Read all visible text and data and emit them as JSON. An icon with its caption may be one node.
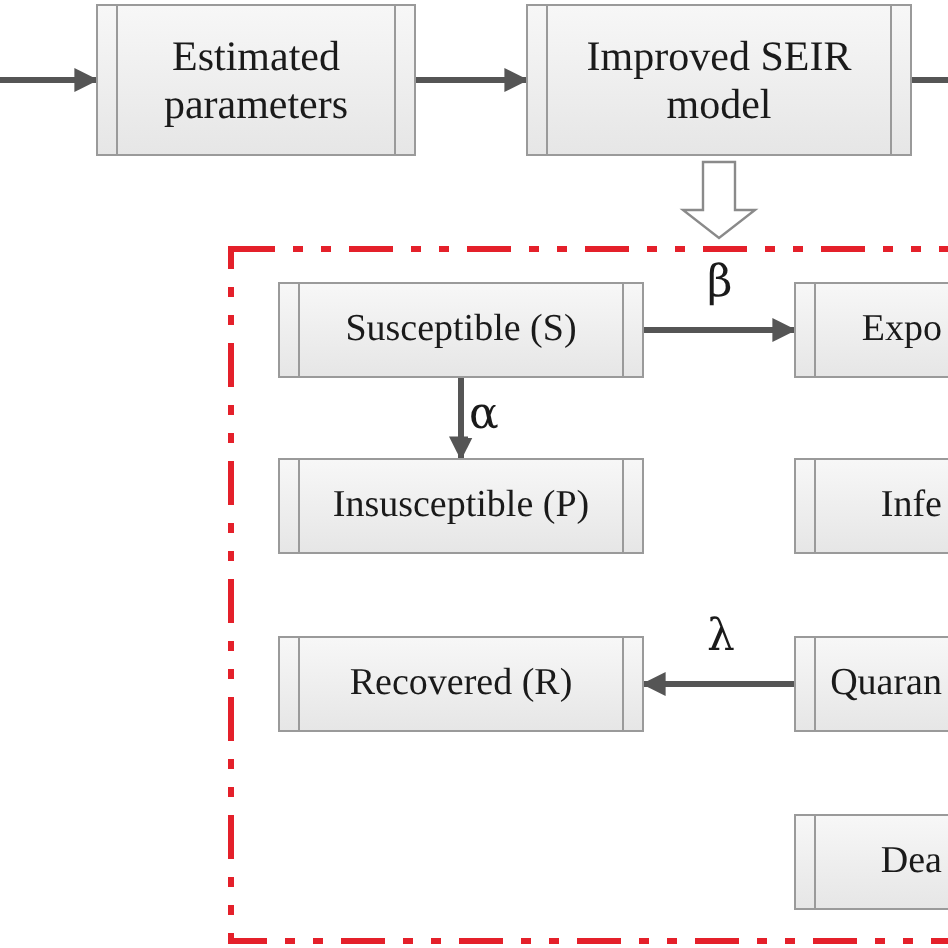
{
  "diagram": {
    "nodes": [
      {
        "text": [
          "Estimated parameters"
        ]
      },
      {
        "text": [
          "Improved SEIR model"
        ]
      },
      {
        "text": [],
        "shape": "box"
      },
      {
        "text": [
          "Susceptible (S)"
        ],
        "in": 2
      },
      {
        "text": [
          "Expo"
        ],
        "in": 2
      },
      {
        "text": [
          "Insusceptible (P)"
        ],
        "in": 2
      },
      {
        "text": [
          "Infe"
        ],
        "in": 2
      },
      {
        "text": [
          "Recovered (R)"
        ],
        "in": 2
      },
      {
        "text": [
          "Quaran"
        ],
        "in": 2
      },
      {
        "text": [
          "Dea"
        ],
        "in": 2
      }
    ],
    "edges": [
      {
        "from": null,
        "to": 0,
        "arrow": "to"
      },
      {
        "from": 0,
        "to": 1,
        "arrow": "to"
      },
      {
        "from": 1,
        "to": null,
        "arrow": "none"
      },
      {
        "from": 1,
        "to": 2,
        "arrow": "to",
        "style": "thick"
      },
      {
        "from": 3,
        "to": 4,
        "arrow": "to",
        "label": "β"
      },
      {
        "from": 3,
        "to": 5,
        "arrow": "to",
        "label": "α"
      },
      {
        "from": 8,
        "to": 7,
        "arrow": "to",
        "label": "λ"
      }
    ]
  }
}
